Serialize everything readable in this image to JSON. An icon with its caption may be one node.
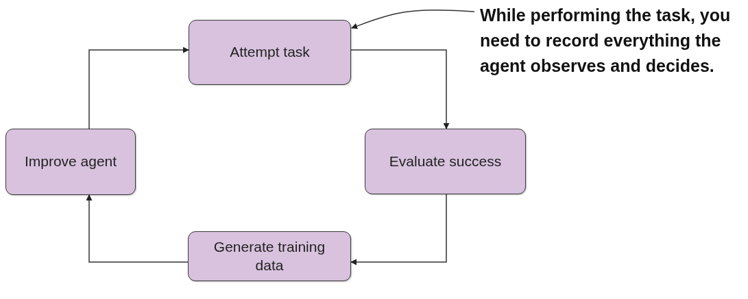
{
  "diagram": {
    "nodes": [
      {
        "text": [
          "Attempt task"
        ]
      },
      {
        "text": [
          "Evaluate success"
        ]
      },
      {
        "text": [
          "Generate training data"
        ]
      },
      {
        "text": [
          "Improve agent"
        ]
      },
      {
        "text": [
          "While performing the task, you need to record everything the agent observes and decides."
        ]
      }
    ],
    "edges": [
      {
        "from": 0,
        "to": 1,
        "arrow": "to"
      },
      {
        "from": 1,
        "to": 2,
        "arrow": "to"
      },
      {
        "from": 2,
        "to": 3,
        "arrow": "to"
      },
      {
        "from": 3,
        "to": 0,
        "arrow": "to"
      },
      {
        "from": 4,
        "to": 0,
        "arrow": "to"
      }
    ]
  }
}
